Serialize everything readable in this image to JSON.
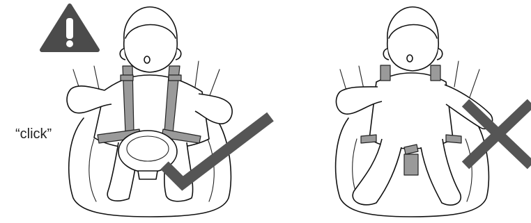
{
  "label": "“click”",
  "colors": {
    "warning_triangle": "#4b4b4b",
    "check_mark": "#555555",
    "cross_mark": "#555555",
    "strap": "#9a9a9a",
    "outline": "#111111"
  },
  "panels": [
    {
      "side": "left",
      "status_icon": "check-mark-icon",
      "status": "correct"
    },
    {
      "side": "right",
      "status_icon": "cross-mark-icon",
      "status": "incorrect"
    }
  ]
}
